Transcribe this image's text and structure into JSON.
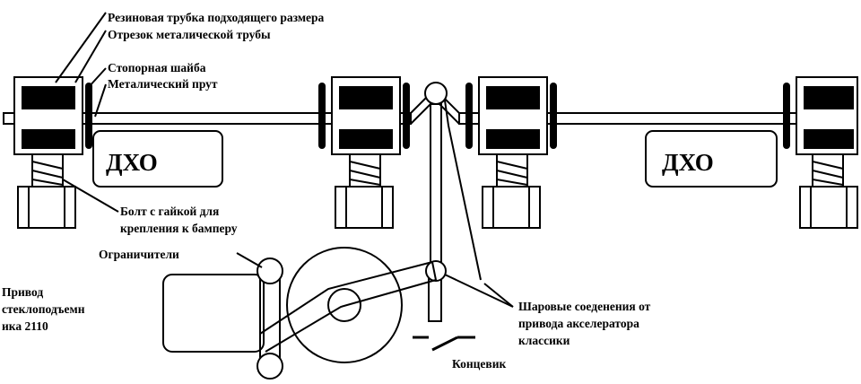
{
  "labels": {
    "rubber_tube": "Резиновая трубка подходящего размера",
    "metal_pipe": "Отрезок металической трубы",
    "lock_washer": "Стопорная шайба",
    "metal_rod": "Металический прут",
    "bolt_line1": "Болт с гайкой для",
    "bolt_line2": "крепления к бамперу",
    "limiters": "Ограничители",
    "drive_line1": "Привод",
    "drive_line2": "стеклоподъемн",
    "drive_line3": "ика 2110",
    "ball_line1": "Шаровые соеденения от",
    "ball_line2": "привода акселератора",
    "ball_line3": "классики",
    "endswitch": "Концевик",
    "drl_left": "ДХО",
    "drl_right": "ДХО"
  },
  "colors": {
    "ink": "#000000",
    "paper": "#ffffff"
  }
}
